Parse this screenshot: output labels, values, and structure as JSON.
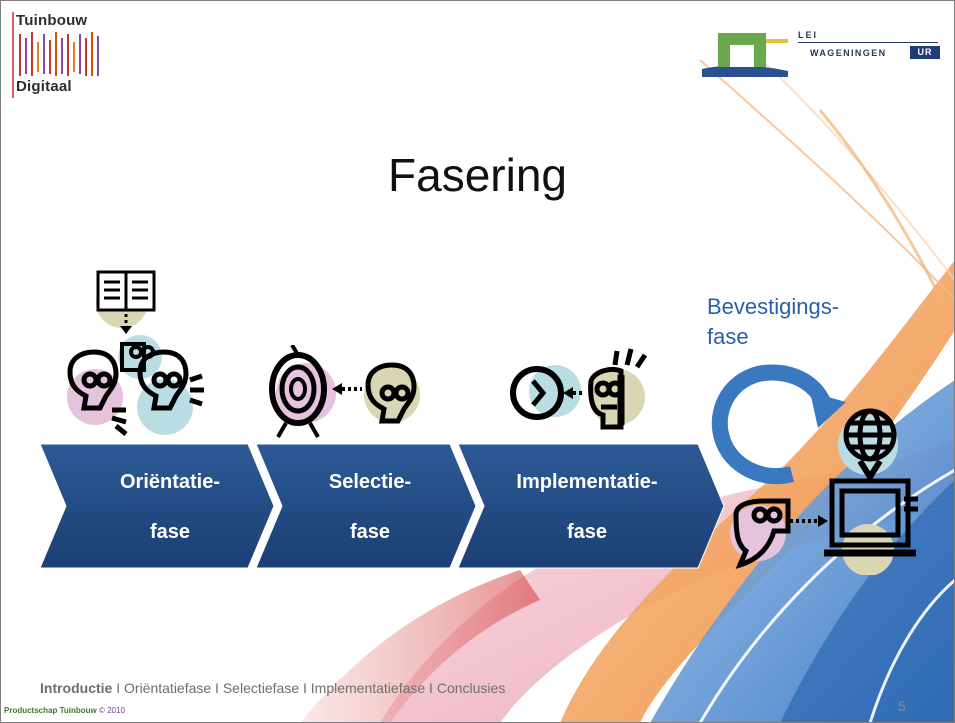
{
  "logos": {
    "tuinbouw_line1": "Tuinbouw",
    "tuinbouw_line2": "Digitaal",
    "lei": "LEI",
    "wageningen": "WAGENINGEN",
    "ur": "UR"
  },
  "slide": {
    "title": "Fasering"
  },
  "phases": [
    {
      "line1": "Oriëntatie-",
      "line2": "fase"
    },
    {
      "line1": "Selectie-",
      "line2": "fase"
    },
    {
      "line1": "Implementatie-",
      "line2": "fase"
    }
  ],
  "bevestiging": {
    "line1": "Bevestigings-",
    "line2": "fase"
  },
  "footer": {
    "nav_current": "Introductie",
    "nav_rest": " I Oriëntatiefase I Selectiefase I Implementatiefase I Conclusies",
    "page_number": "5",
    "copyright_org": "Productschap Tuinbouw",
    "copyright_year": "© 2010"
  },
  "colors": {
    "chevron": "#234d86",
    "chevron_dark": "#1a3d6e",
    "arrow": "#3a78c0",
    "bevestiging_text": "#2b5ea8"
  },
  "icons": [
    "book-icon",
    "person-icon",
    "target-icon",
    "clock-icon",
    "globe-icon",
    "computer-icon",
    "cycle-arrow-icon"
  ]
}
